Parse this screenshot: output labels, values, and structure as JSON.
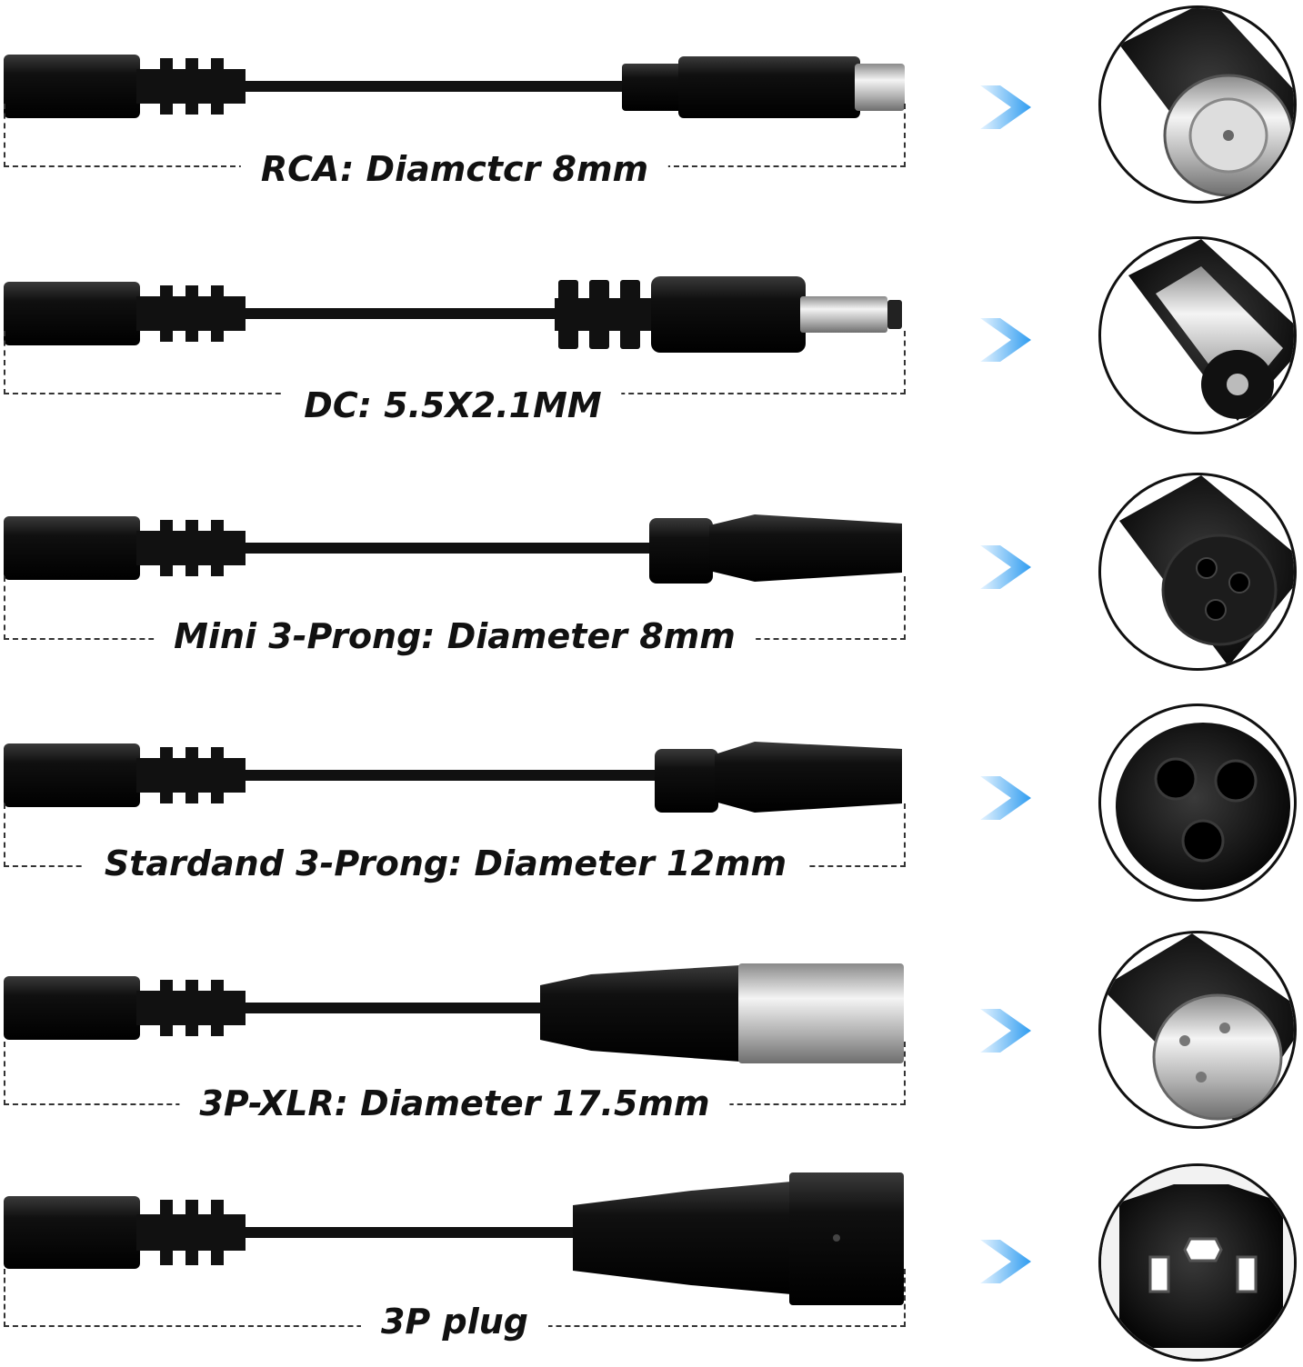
{
  "connectors": [
    {
      "id": "rca",
      "label": "RCA: Diamctcr 8mm",
      "icon": "rca-plug-icon"
    },
    {
      "id": "dc",
      "label": "DC: 5.5X2.1MM",
      "icon": "dc-barrel-plug-icon"
    },
    {
      "id": "mini-3prong",
      "label": "Mini 3-Prong: Diameter 8mm",
      "icon": "mini-3-prong-plug-icon"
    },
    {
      "id": "standard-3prong",
      "label": "Stardand 3-Prong: Diameter 12mm",
      "icon": "standard-3-prong-plug-icon"
    },
    {
      "id": "xlr",
      "label": "3P-XLR: Diameter 17.5mm",
      "icon": "xlr-plug-icon"
    },
    {
      "id": "3p-plug",
      "label": "3P plug",
      "icon": "iec-3p-plug-icon"
    }
  ],
  "colors": {
    "cable": "#111111",
    "arrow": "#3fa9f5",
    "metal": "#c8c8c8"
  }
}
